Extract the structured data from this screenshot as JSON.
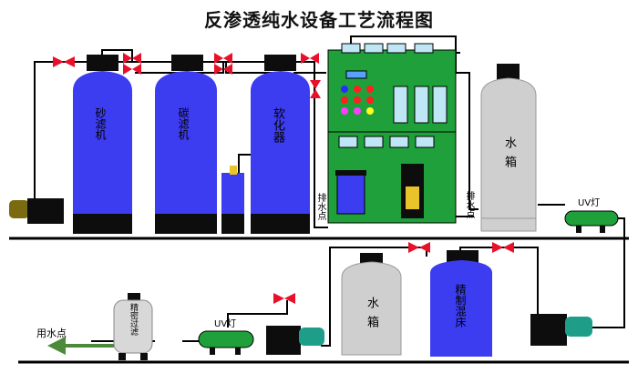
{
  "title": "反渗透纯水设备工艺流程图",
  "labels": {
    "sand_filter": "砂滤机",
    "carbon_filter": "碳滤机",
    "softener": "软化器",
    "drain_1": "排水点",
    "drain_2": "排水点",
    "water_tank_top": "水箱",
    "uv_lamp_top": "UV灯",
    "water_tank_bottom": "水箱",
    "mixed_bed": "精制混床",
    "precision_filter": "精密过滤",
    "uv_lamp_bottom": "UV灯",
    "use_point": "用水点"
  },
  "colors": {
    "tank_blue": "#3c3cf0",
    "tank_black": "#0d0d0d",
    "tank_grey": "#cfcfcf",
    "panel_green": "#1fa03a",
    "pipe": "#000000",
    "valve_red": "#e8102a",
    "pump_teal": "#1e9e88",
    "uv_green": "#1fa03a",
    "arrow_green": "#4a8a3a"
  }
}
